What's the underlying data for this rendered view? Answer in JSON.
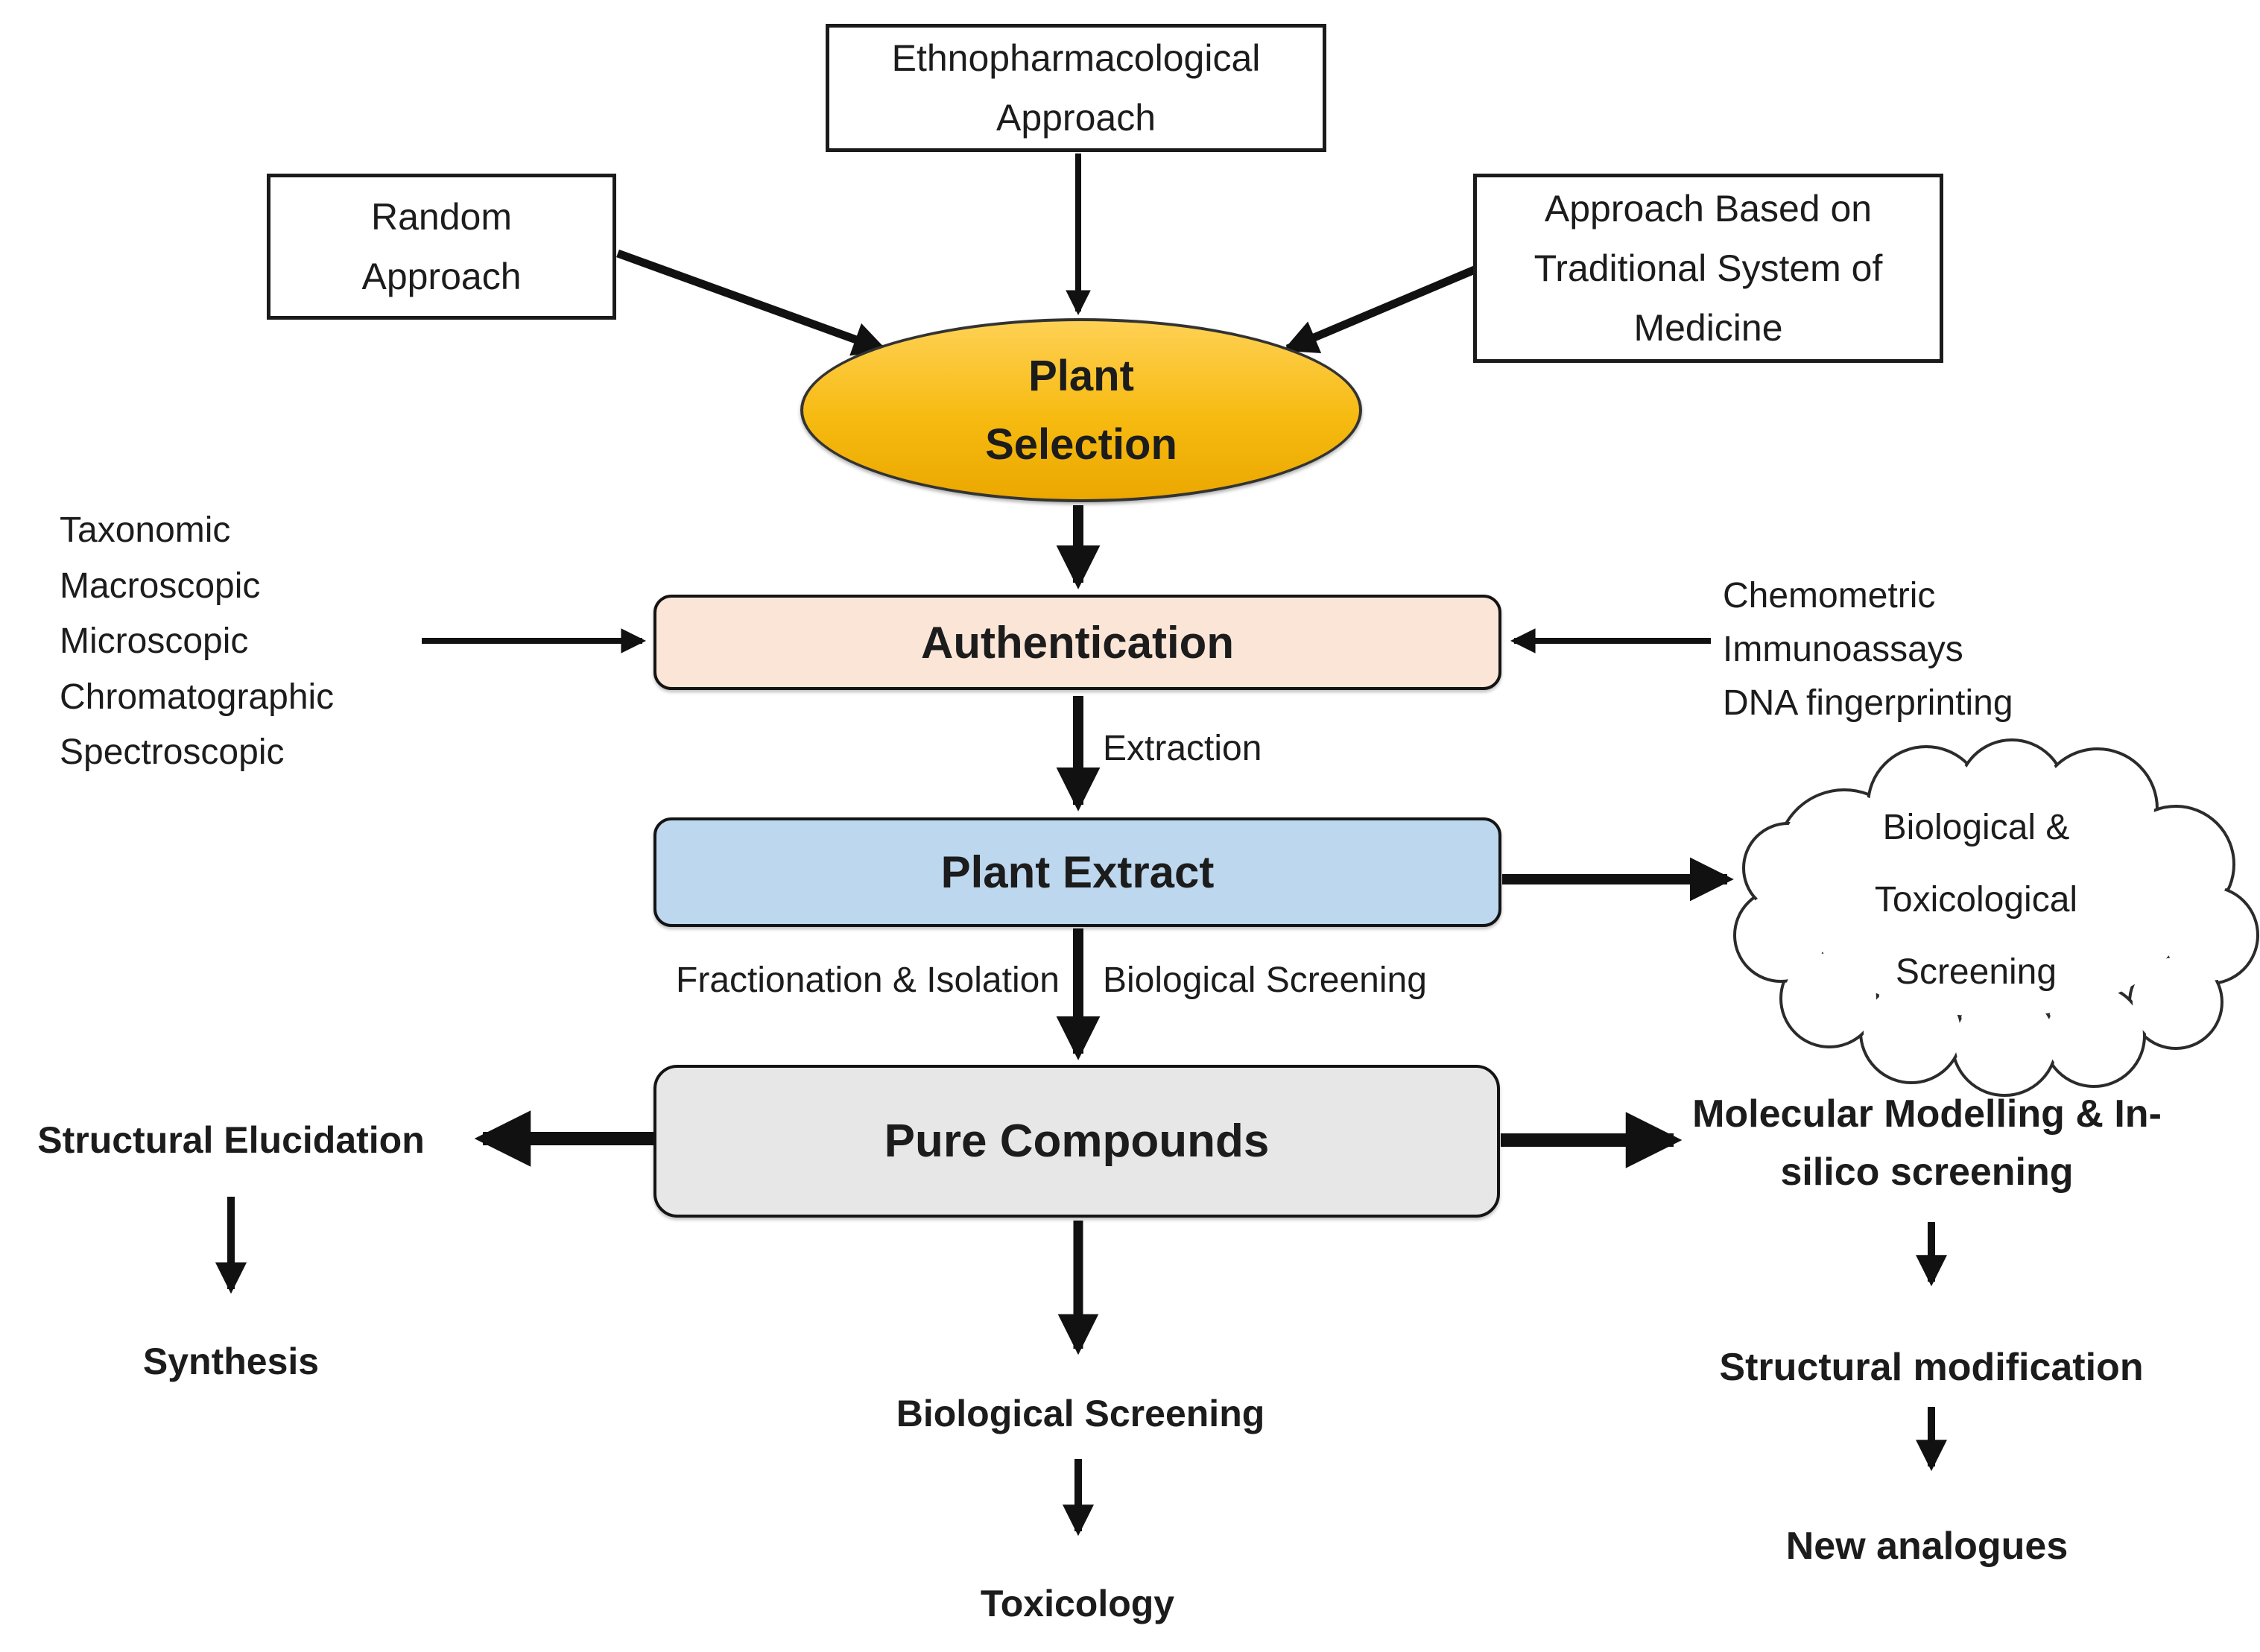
{
  "approach_boxes": {
    "ethnopharmacological": "Ethnopharmacological Approach",
    "random": "Random Approach",
    "traditional": "Approach Based on Traditional System of Medicine"
  },
  "nodes": {
    "plant_selection": "Plant Selection",
    "authentication": "Authentication",
    "plant_extract": "Plant Extract",
    "pure_compounds": "Pure Compounds"
  },
  "authentication_methods": {
    "left": [
      "Taxonomic",
      "Macroscopic",
      "Microscopic",
      "Chromatographic",
      "Spectroscopic"
    ],
    "right": [
      "Chemometric",
      "Immunoassays",
      "DNA fingerprinting"
    ]
  },
  "edge_labels": {
    "extraction": "Extraction",
    "fractionation_isolation": "Fractionation & Isolation",
    "biological_screening": "Biological Screening"
  },
  "cloud": {
    "label": "Biological & Toxicological Screening"
  },
  "left_branch": {
    "structural_elucidation": "Structural Elucidation",
    "synthesis": "Synthesis"
  },
  "center_branch": {
    "biological_screening": "Biological Screening",
    "toxicology": "Toxicology"
  },
  "right_branch": {
    "molecular_modelling": "Molecular Modelling & In-silico screening",
    "structural_modification": "Structural modification",
    "new_analogues": "New analogues"
  },
  "colors": {
    "plant_selection_top": "#FFD154",
    "plant_selection_bottom": "#EBA800",
    "authentication_fill": "#FBE5D6",
    "plant_extract_fill": "#BDD7EE",
    "pure_compounds_fill": "#E8E7E7",
    "arrow": "#111111",
    "border": "#1B1B1B",
    "text": "#1C1C1C"
  }
}
